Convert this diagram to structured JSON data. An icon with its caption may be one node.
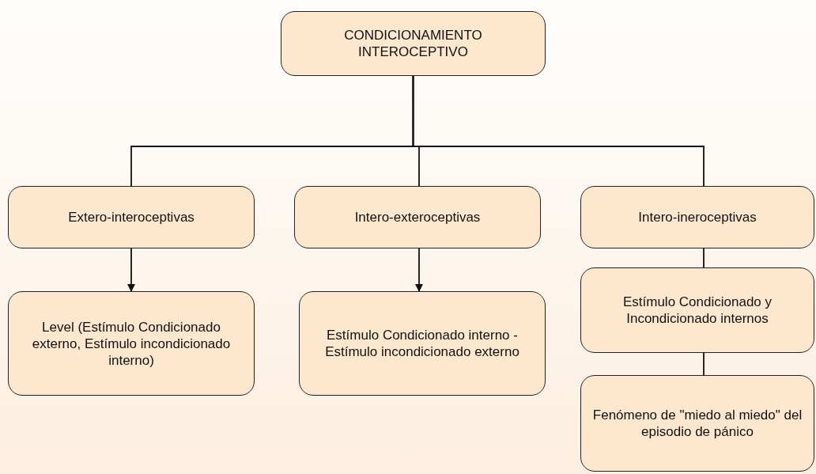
{
  "diagram": {
    "nodes": [
      {
        "text": [
          "CONDICIONAMIENTO INTEROCEPTIVO"
        ]
      },
      {
        "text": [
          "Extero-interoceptivas"
        ]
      },
      {
        "text": [
          "Intero-exteroceptivas"
        ]
      },
      {
        "text": [
          "Intero-ineroceptivas"
        ]
      },
      {
        "text": [
          "Level (Estímulo Condicionado externo, Estímulo incondicionado interno)"
        ]
      },
      {
        "text": [
          "Estímulo Condicionado interno - Estímulo incondicionado externo"
        ]
      },
      {
        "text": [
          "Estímulo Condicionado y Incondicionado internos"
        ]
      },
      {
        "text": [
          "Fenómeno de \"miedo al miedo\" del episodio de pánico"
        ]
      }
    ],
    "edges": [
      {
        "from": 0,
        "to": 1,
        "arrow": "none"
      },
      {
        "from": 0,
        "to": 2,
        "arrow": "none"
      },
      {
        "from": 0,
        "to": 3,
        "arrow": "none"
      },
      {
        "from": 1,
        "to": 4,
        "arrow": "to"
      },
      {
        "from": 2,
        "to": 5,
        "arrow": "to"
      },
      {
        "from": 3,
        "to": 6,
        "arrow": "none"
      },
      {
        "from": 6,
        "to": 7,
        "arrow": "none"
      }
    ]
  }
}
